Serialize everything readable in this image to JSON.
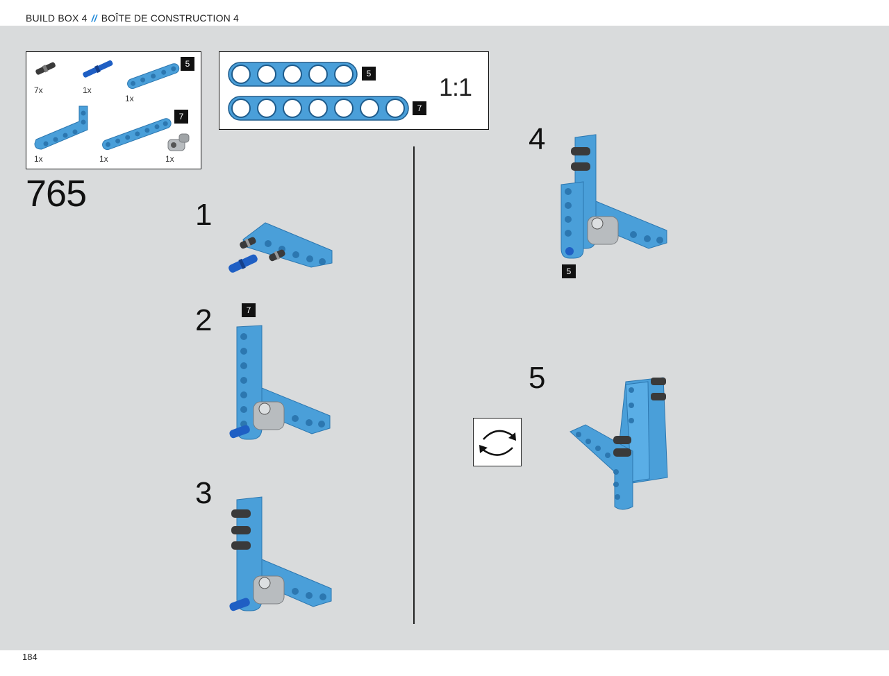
{
  "header": {
    "left": "BUILD BOX 4",
    "separator": "//",
    "right": "BOÎTE DE CONSTRUCTION 4"
  },
  "page_number": "184",
  "set_number": "765",
  "scale_label": "1:1",
  "parts": [
    {
      "name": "black-friction-pin",
      "qty": "7x"
    },
    {
      "name": "blue-axle-pin",
      "qty": "1x"
    },
    {
      "name": "beam-5",
      "qty": "1x",
      "badge": "5"
    },
    {
      "name": "l-beam",
      "qty": "1x"
    },
    {
      "name": "beam-7",
      "qty": "1x",
      "badge": "7"
    },
    {
      "name": "grey-cross-block",
      "qty": "1x"
    }
  ],
  "ruler": [
    {
      "holes": 5,
      "badge": "5"
    },
    {
      "holes": 7,
      "badge": "7"
    }
  ],
  "steps": [
    {
      "number": "1"
    },
    {
      "number": "2",
      "badge": "7"
    },
    {
      "number": "3"
    },
    {
      "number": "4",
      "badge": "5"
    },
    {
      "number": "5"
    }
  ],
  "colors": {
    "beam_blue": "#4a9fd9",
    "beam_blue_dark": "#2c77b0",
    "pin_black": "#3a3a3a",
    "pin_blue": "#1f5fc4",
    "block_grey": "#b8bcbf",
    "panel_grey": "#d9dbdc"
  },
  "icons": [
    "rotate-model-icon"
  ]
}
